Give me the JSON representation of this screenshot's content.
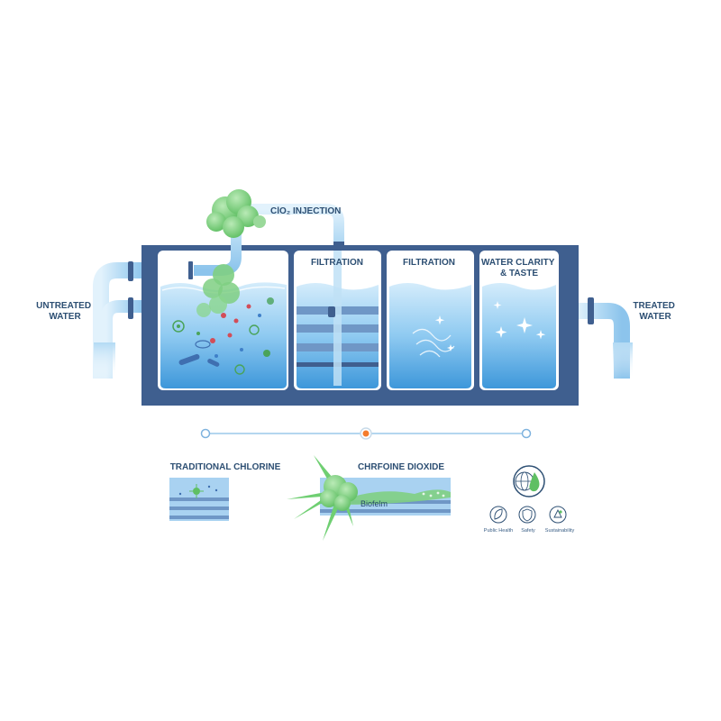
{
  "diagram": {
    "inlet_label_line1": "UNTREATED",
    "inlet_label_line2": "WATER",
    "outlet_label_line1": "TREATED",
    "outlet_label_line2": "WATER",
    "injection_label": "ClO₂ INJECTION",
    "stage2_label": "FILTRATION",
    "stage3_label": "FILTRATION",
    "stage4_label_line1": "WATER CLARITY",
    "stage4_label_line2": "& TASTE"
  },
  "comparison": {
    "left_label": "TRADITIONAL CHLORINE",
    "right_label": "CHRFOINE DIOXIDE",
    "biofilm_label": "Biofelm"
  },
  "benefits": {
    "items": [
      "Public Health",
      "Safety",
      "Sustainability"
    ]
  },
  "colors": {
    "frame": "#3f5f8f",
    "water": "#5aaee6",
    "pipe": "#a8d4f2",
    "chlorine_dioxide": "#7bd17d",
    "slider_active": "#f47c2c"
  },
  "icons": [
    "globe-water-drop-icon",
    "leaf-icon",
    "shield-icon",
    "recycle-icon"
  ]
}
